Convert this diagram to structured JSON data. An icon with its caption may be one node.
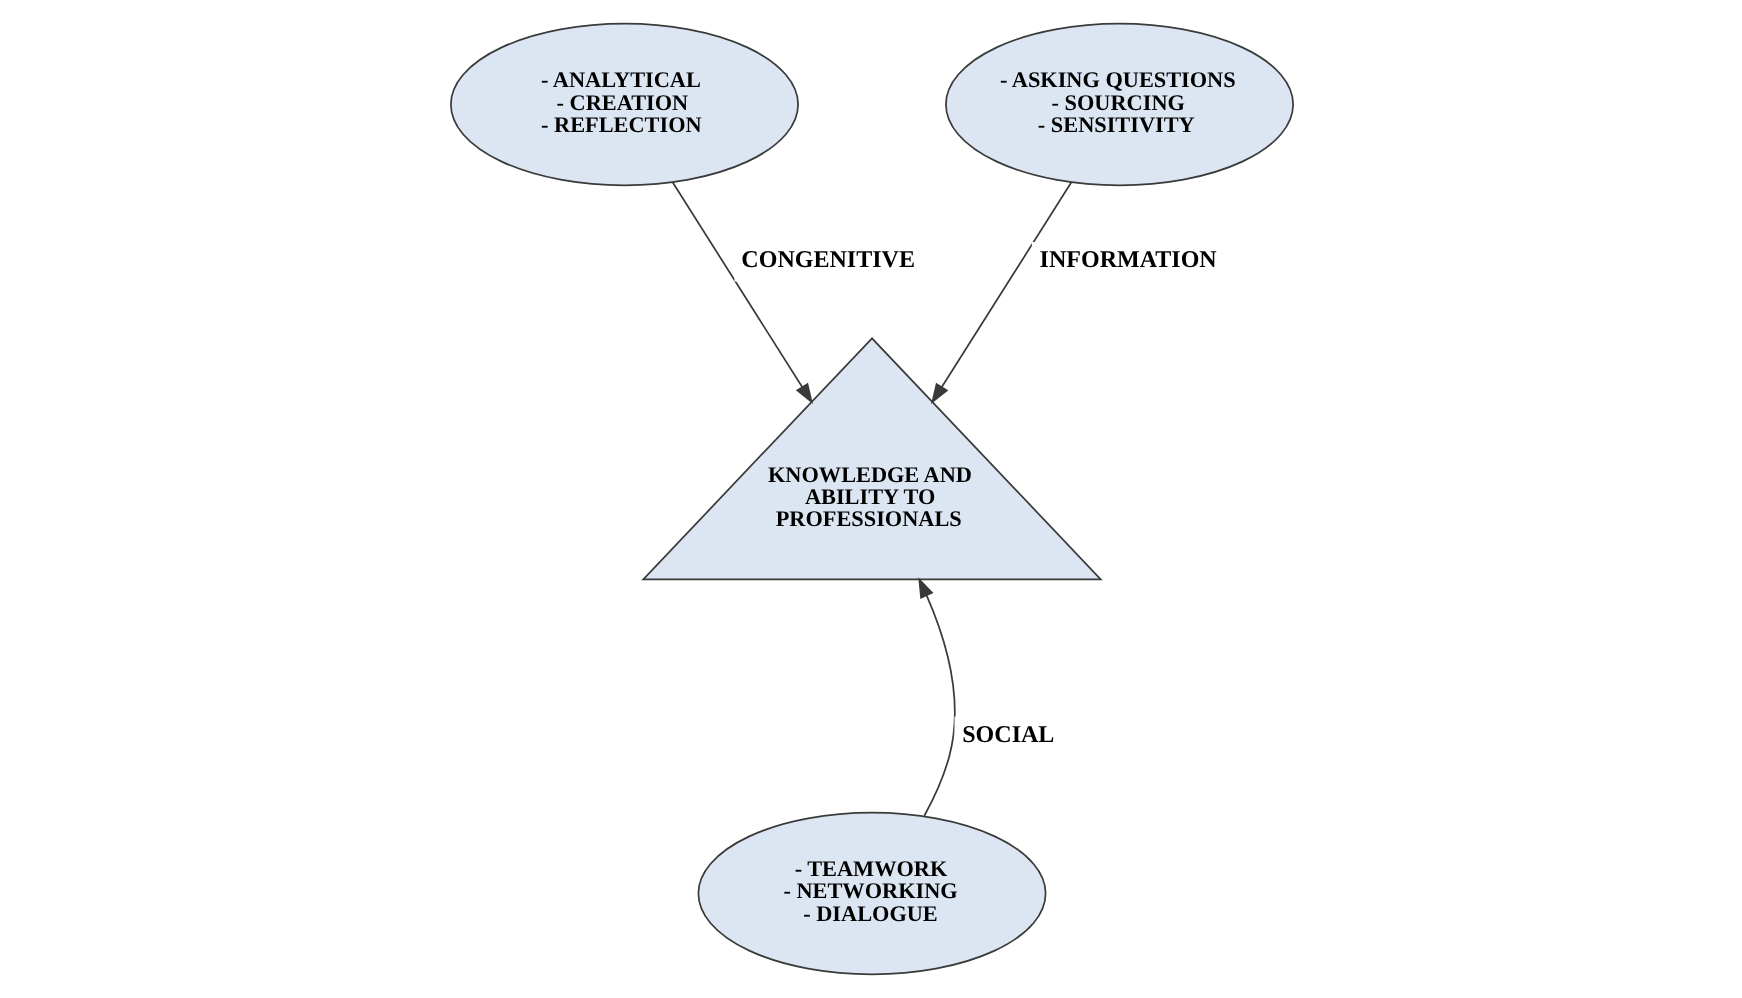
{
  "diagram": {
    "nodes": [
      {
        "text": [
          "- ANALYTICAL",
          "- CREATION",
          "- REFLECTION"
        ]
      },
      {
        "text": [
          "- ASKING QUESTIONS",
          "- SOURCING",
          "- SENSITIVITY"
        ]
      },
      {
        "text": [
          "KNOWLEDGE AND ABILITY TO PROFESSIONALS"
        ]
      },
      {
        "text": [
          "- TEAMWORK",
          "- NETWORKING",
          "- DIALOGUE"
        ]
      }
    ],
    "edges": [
      {
        "from": 0,
        "to": 2,
        "arrow": "to",
        "label": "CONGENITIVE"
      },
      {
        "from": 1,
        "to": 2,
        "arrow": "to",
        "label": "INFORMATION"
      },
      {
        "from": 3,
        "to": 2,
        "arrow": "to",
        "label": "SOCIAL"
      }
    ]
  }
}
